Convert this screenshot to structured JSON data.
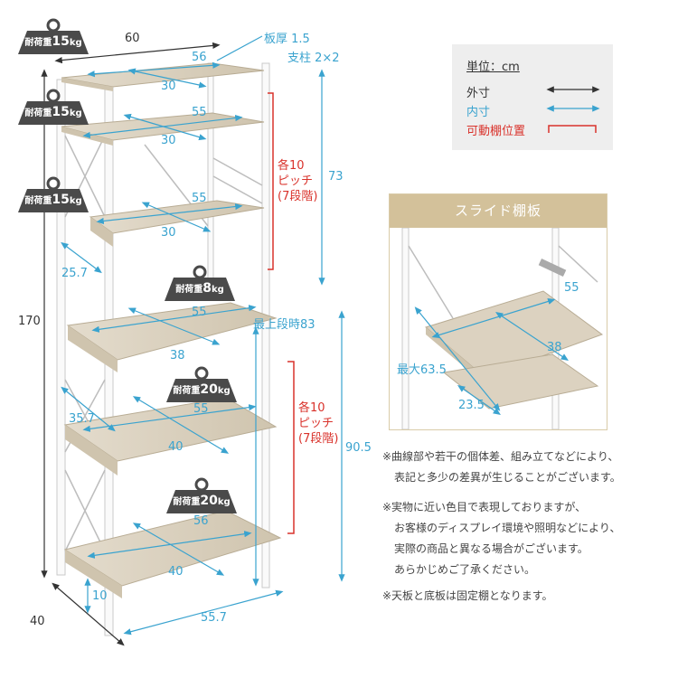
{
  "weights": {
    "top": {
      "label": "耐荷重",
      "value": "15",
      "unit": "kg"
    },
    "shelf1": {
      "label": "耐荷重",
      "value": "15",
      "unit": "kg"
    },
    "shelf2": {
      "label": "耐荷重",
      "value": "15",
      "unit": "kg"
    },
    "slide": {
      "label": "耐荷重",
      "value": "8",
      "unit": "kg"
    },
    "shelf4": {
      "label": "耐荷重",
      "value": "20",
      "unit": "kg"
    },
    "bottom": {
      "label": "耐荷重",
      "value": "20",
      "unit": "kg"
    }
  },
  "dims": {
    "outer_width": "60",
    "board_thickness": "板厚 1.5",
    "post": "支柱 2×2",
    "top_inner_width": "56",
    "top_depth": "30",
    "s1_width": "55",
    "s1_depth": "30",
    "s2_width": "55",
    "s2_depth": "30",
    "upper_pitch_line1": "各10",
    "upper_pitch_line2": "ピッチ",
    "upper_pitch_line3": "(7段階)",
    "upper_height": "73",
    "side_gap": "25.7",
    "total_height": "170",
    "slide_width": "55",
    "slide_depth": "38",
    "max_slide_height": "最上段時83",
    "s4_width": "55",
    "s4_depth": "40",
    "s4_side": "35.7",
    "lower_pitch_line1": "各10",
    "lower_pitch_line2": "ピッチ",
    "lower_pitch_line3": "(7段階)",
    "lower_height": "90.5",
    "bottom_width": "56",
    "bottom_depth": "40",
    "foot": "10",
    "outer_depth": "40",
    "bottom_outer_width": "55.7"
  },
  "legend": {
    "unit": "単位：cm",
    "outer": "外寸",
    "inner": "内寸",
    "movable": "可動棚位置"
  },
  "slide_panel": {
    "title": "スライド棚板",
    "width": "55",
    "depth": "38",
    "max": "最大63.5",
    "ext": "23.5"
  },
  "notes": [
    "※曲線部や若干の個体差、組み立てなどにより、",
    "表記と多少の差異が生じることがございます。",
    "※実物に近い色目で表現しておりますが、",
    "お客様のディスプレイ環境や照明などにより、",
    "実際の商品と異なる場合がございます。",
    "あらかじめご了承ください。",
    "※天板と底板は固定棚となります。"
  ],
  "colors": {
    "blue": "#3aa3cf",
    "red": "#d9322b",
    "wood": "#dcd2c0",
    "frame": "#ffffff",
    "badge": "#4a4a4a",
    "legend_bg": "#eeeeee",
    "slide_header": "#d3c19a"
  }
}
